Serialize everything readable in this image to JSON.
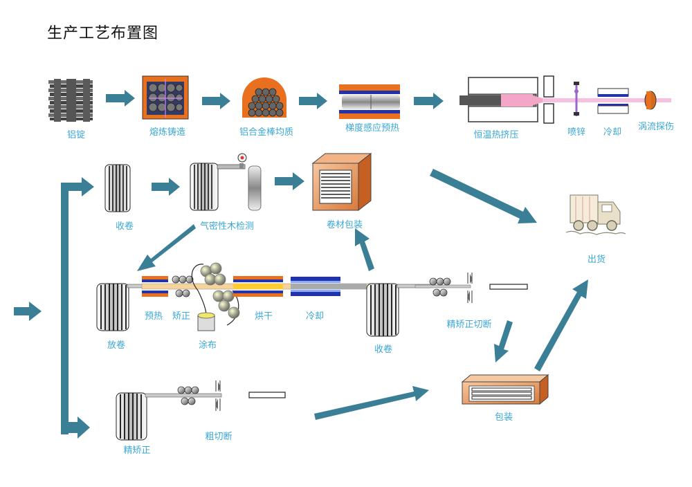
{
  "title": "生产工艺布置图",
  "colors": {
    "arrow": "#3b7f96",
    "label": "#3aa7d6",
    "orange": "#e8701e"
  },
  "steps": {
    "ingot": "铝锭",
    "melt": "熔炼铸造",
    "homogenize": "铝合金棒均质",
    "preheat_gradient": "梯度感应预热",
    "extrusion": "恒温热挤压",
    "zinc_spray": "喷锌",
    "cool1": "冷却",
    "eddy": "涡流探伤",
    "coil1": "收卷",
    "airtight": "气密性木检测",
    "pack_coil": "卷材包装",
    "ship": "出货",
    "uncoil": "放卷",
    "preheat": "预热",
    "straighten": "矫正",
    "coat": "涂布",
    "dry": "烘干",
    "cool2": "冷却",
    "coil2": "收卷",
    "straight_cut": "精矫正切断",
    "pack": "包装",
    "fine_straighten": "精矫正",
    "rough_cut": "粗切断"
  }
}
